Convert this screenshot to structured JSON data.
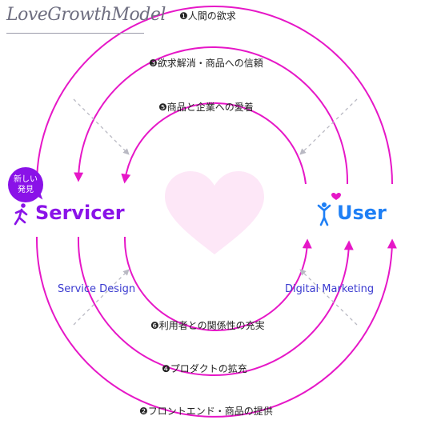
{
  "logo_text": "LoveGrowthModel",
  "badge": {
    "line1": "新しい",
    "line2": "発見"
  },
  "actors": {
    "servicer": "Servicer",
    "user": "User"
  },
  "side_labels": {
    "left": "Service Design",
    "right": "Digital Marketing"
  },
  "loops": [
    {
      "label": "❶人間の欲求"
    },
    {
      "label": "❷フロントエンド・商品の提供"
    },
    {
      "label": "❸欲求解消・商品への信頼"
    },
    {
      "label": "❹プロダクトの拡充"
    },
    {
      "label": "❺商品と企業への愛着"
    },
    {
      "label": "❻利用者との関係性の充実"
    }
  ],
  "colors": {
    "arc": "#e617c7",
    "servicer": "#8a12e8",
    "user": "#1e7ff5",
    "heart": "#fde7f7",
    "dash": "#b9b9c3"
  },
  "icons": [
    "running-person-icon",
    "person-arms-raised-icon",
    "heart-icon"
  ]
}
